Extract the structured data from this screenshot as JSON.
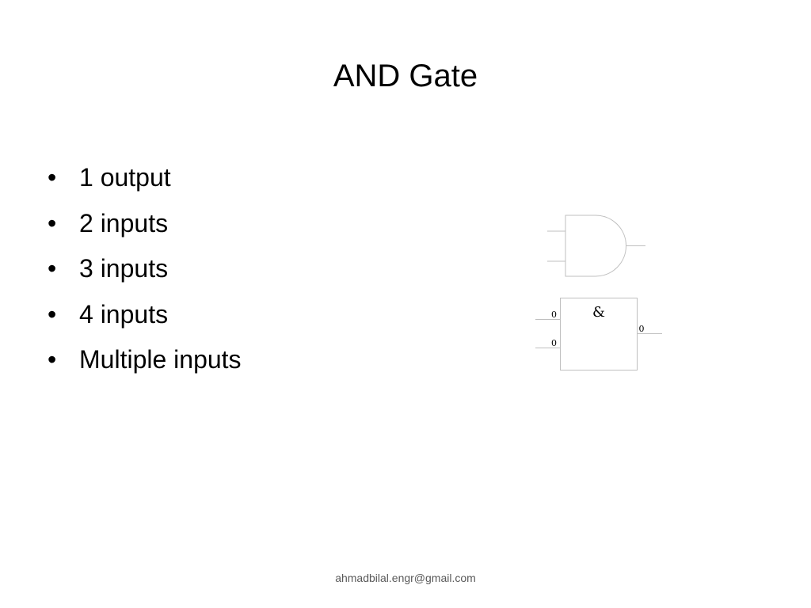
{
  "slide": {
    "title": "AND Gate",
    "bullets": [
      {
        "text": "1 output"
      },
      {
        "text": "2 inputs"
      },
      {
        "text": "3 inputs"
      },
      {
        "text": "4 inputs"
      },
      {
        "text": "Multiple inputs"
      }
    ],
    "bullet_glyph": "•"
  },
  "iec_gate": {
    "symbol": "&",
    "input_a": "0",
    "input_b": "0",
    "output": "0"
  },
  "footer": {
    "email": "ahmadbilal.engr@gmail.com"
  },
  "colors": {
    "gate_stroke": "#bfbfbf",
    "footer_text": "#595959"
  }
}
